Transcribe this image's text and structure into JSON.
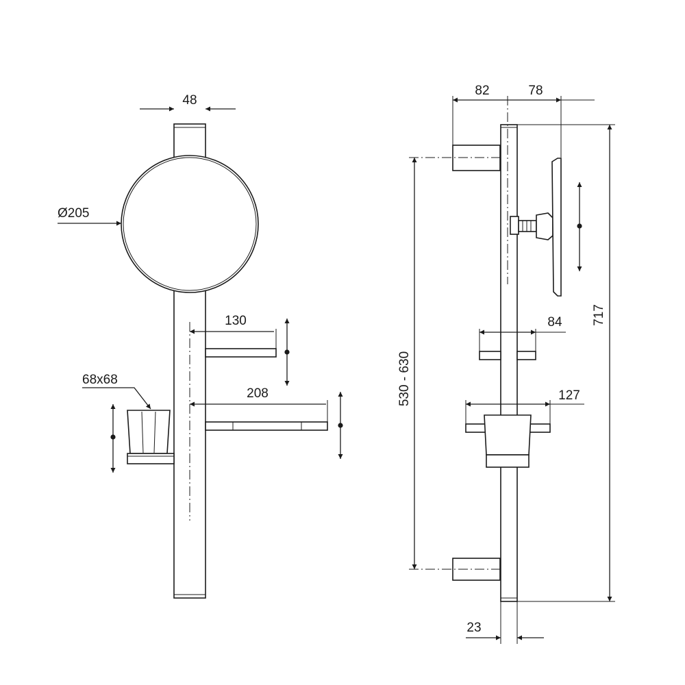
{
  "front_view": {
    "rail_width_label": "48",
    "mirror_diameter_label": "Ø205",
    "tumbler_size_label": "68x68",
    "small_shelf_label": "130",
    "large_shelf_label": "208"
  },
  "side_view": {
    "wall_to_rail_label": "82",
    "rail_to_mirror_label": "78",
    "total_height_label": "717",
    "bracket_spacing_label": "530 - 630",
    "shelf_depth_label": "84",
    "tumbler_holder_depth_label": "127",
    "rail_diameter_label": "23"
  }
}
